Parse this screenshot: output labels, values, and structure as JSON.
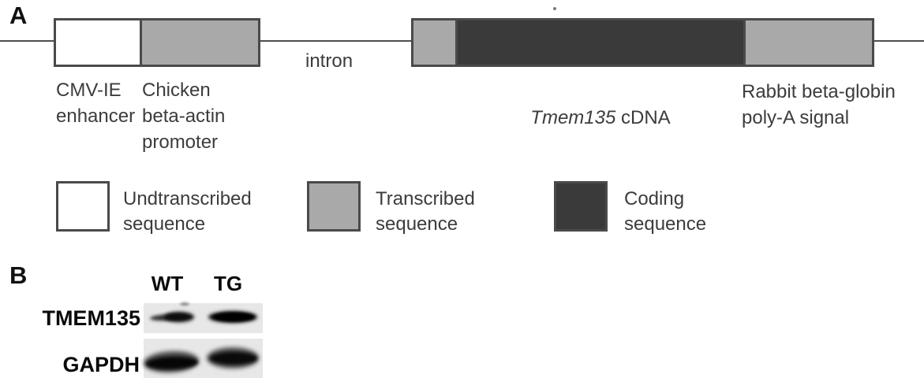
{
  "colors": {
    "gray": "#a9a9a9",
    "dark": "#3a3a3a",
    "box_border": "#4a4a4a",
    "line": "#4f4f4f",
    "text": "#3c3c3c",
    "blot_bg": "#e7e7e7",
    "band": "#0d0d0d"
  },
  "panel_a": {
    "label": "A",
    "intron_label": "intron",
    "cdna_label_italic": "Tmem135",
    "cdna_label_suffix": " cDNA",
    "box_labels": {
      "cmv": "CMV-IE\nenhancer",
      "chicken": "Chicken\nbeta-actin\npromoter",
      "rabbit": "Rabbit beta-globin\npoly-A signal"
    },
    "legend": [
      {
        "label": "Undtranscribed\nsequence",
        "swatch": "untranscribed-white"
      },
      {
        "label": "Transcribed\nsequence",
        "swatch": "transcribed-gray"
      },
      {
        "label": "Coding\nsequence",
        "swatch": "coding-dark"
      }
    ]
  },
  "panel_b": {
    "label": "B",
    "lane_headers": [
      "WT",
      "TG"
    ],
    "row_labels": [
      "TMEM135",
      "GAPDH"
    ]
  }
}
